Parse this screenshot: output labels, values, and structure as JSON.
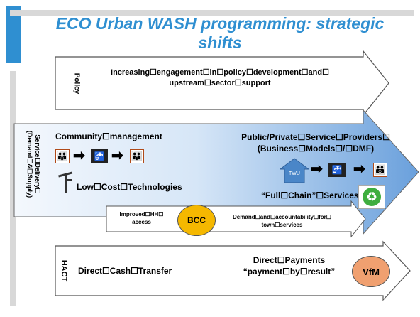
{
  "title_line1": "ECO Urban WASH programming: strategic",
  "title_line2": "shifts",
  "policy": {
    "side_label": "Policy",
    "text_line1": "Increasing☐engagement☐in☐policy☐development☐and☐",
    "text_line2": "upstream☐sector☐support"
  },
  "service": {
    "side_label_line1": "Service☐Delivery☐",
    "side_label_line2": "(Demand☐&☐Supply)",
    "community_label": "Community☐management",
    "low_cost_label": "Low☐Cost☐Technologies",
    "providers_line1": "Public/Private☐Service☐Providers☐",
    "providers_line2": "(Business☐Models☐/☐DMF)",
    "twu_label": "TWU",
    "full_chain_label": "“Full☐Chain”☐Services",
    "improved_line1": "Improved☐HH☐",
    "improved_line2": "access",
    "bcc_label": "BCC",
    "demand_line1": "Demand☐and☐accountability☐for☐",
    "demand_line2": "town☐services"
  },
  "hact": {
    "side_label": "HACT",
    "cash_transfer": "Direct☐Cash☐Transfer",
    "direct_payments_line1": "Direct☐Payments",
    "direct_payments_line2": "“payment☐by☐result”",
    "vfm_label": "VfM"
  },
  "colors": {
    "title": "#2f8fd1",
    "accent_blue": "#2f8fd1",
    "bcc_circle": "#f5b800",
    "vfm_circle": "#f0a070",
    "big_arrow_dark": "#6aa0dc"
  },
  "icons": [
    "family-icon",
    "arrow-right-icon",
    "water-tap-icon",
    "hand-pump-icon",
    "house-icon",
    "recycle-icon"
  ]
}
